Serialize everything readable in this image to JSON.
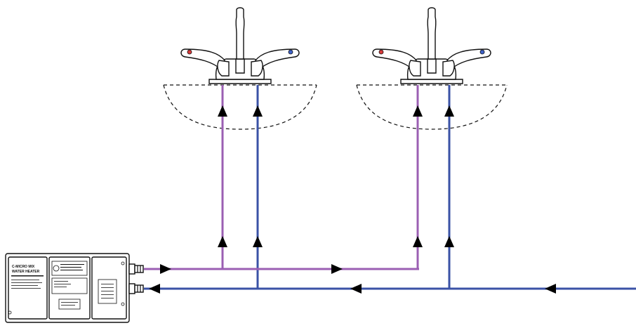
{
  "heater": {
    "brand_label": "C-MICRO MIX",
    "sub_label": "WATER HEATER"
  },
  "colors": {
    "hot_pipe": "#9b5fb3",
    "cold_pipe": "#3a52a6",
    "hot_tap_marker": "#d83a3a",
    "cold_tap_marker": "#3f62c8"
  },
  "flow_direction": {
    "hot_supply": "right-to-taps",
    "cold_supply": "right-to-left",
    "risers": "up"
  },
  "icons": [
    "mixer-tap-icon",
    "mixer-tap-icon",
    "water-heater-icon",
    "flow-arrow-icon"
  ]
}
